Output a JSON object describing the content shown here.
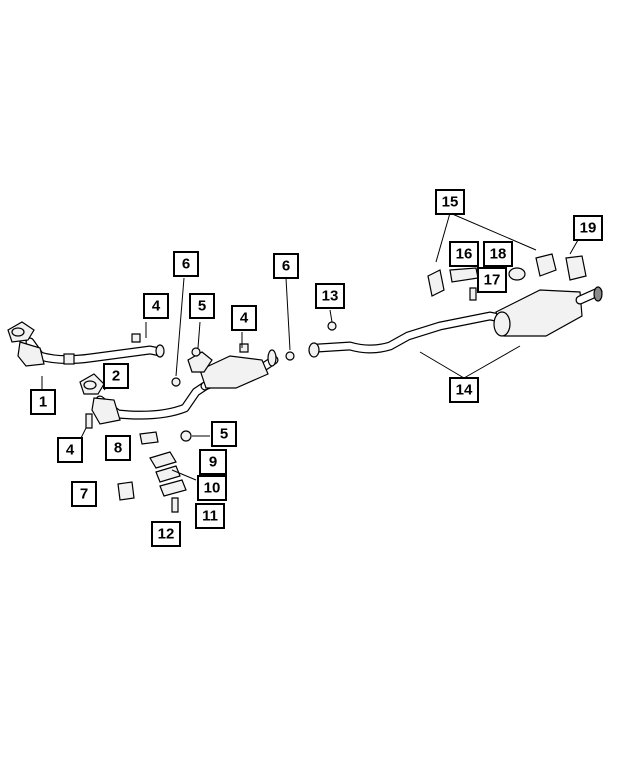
{
  "diagram": {
    "callouts": [
      {
        "id": "1",
        "label": "1"
      },
      {
        "id": "2",
        "label": "2"
      },
      {
        "id": "4a",
        "label": "4"
      },
      {
        "id": "4b",
        "label": "4"
      },
      {
        "id": "4c",
        "label": "4"
      },
      {
        "id": "5a",
        "label": "5"
      },
      {
        "id": "5b",
        "label": "5"
      },
      {
        "id": "6a",
        "label": "6"
      },
      {
        "id": "6b",
        "label": "6"
      },
      {
        "id": "7",
        "label": "7"
      },
      {
        "id": "8",
        "label": "8"
      },
      {
        "id": "9",
        "label": "9"
      },
      {
        "id": "10",
        "label": "10"
      },
      {
        "id": "11",
        "label": "11"
      },
      {
        "id": "12",
        "label": "12"
      },
      {
        "id": "13",
        "label": "13"
      },
      {
        "id": "14",
        "label": "14"
      },
      {
        "id": "15",
        "label": "15"
      },
      {
        "id": "16",
        "label": "16"
      },
      {
        "id": "17",
        "label": "17"
      },
      {
        "id": "18",
        "label": "18"
      },
      {
        "id": "19",
        "label": "19"
      }
    ]
  }
}
